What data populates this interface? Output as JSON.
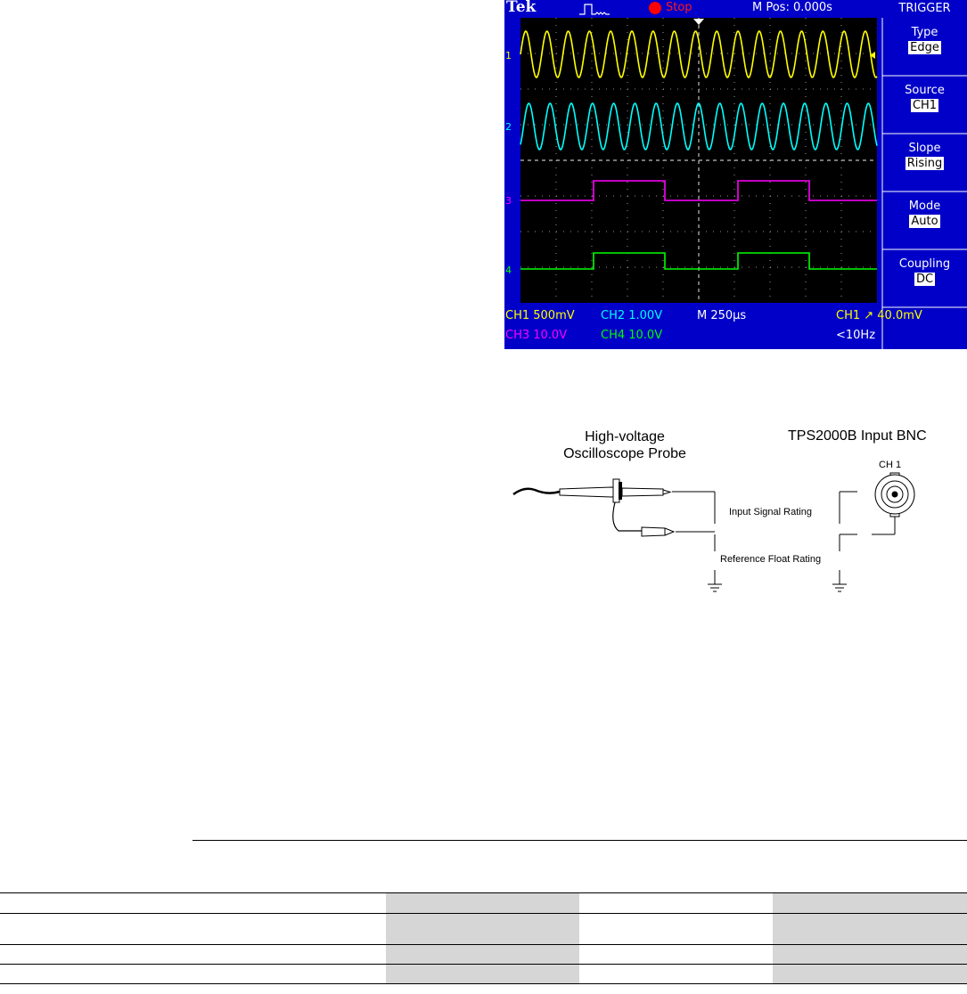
{
  "scope": {
    "brand": "Tek",
    "run_state": "Stop",
    "position": "M Pos: 0.000s",
    "menu": {
      "title": "TRIGGER",
      "items": [
        {
          "label": "Type",
          "value": "Edge"
        },
        {
          "label": "Source",
          "value": "CH1"
        },
        {
          "label": "Slope",
          "value": "Rising"
        },
        {
          "label": "Mode",
          "value": "Auto"
        },
        {
          "label": "Coupling",
          "value": "DC"
        }
      ]
    },
    "channel_markers": [
      "1",
      "2",
      "3",
      "4"
    ],
    "readouts": {
      "ch1": "CH1  500mV",
      "ch2": "CH2  1.00V",
      "timebase": "M 250µs",
      "trigger": "CH1 ↗ 40.0mV",
      "ch3": "CH3  10.0V",
      "ch4": "CH4  10.0V",
      "freq": "<10Hz"
    },
    "colors": {
      "background": "#0000c8",
      "ch1": "#ffff00",
      "ch2": "#00ffff",
      "ch3": "#ff00ff",
      "ch4": "#00ff00",
      "stop_indicator": "#ff0000"
    }
  },
  "diagram": {
    "probe_title_line1": "High-voltage",
    "probe_title_line2": "Oscilloscope Probe",
    "bnc_title": "TPS2000B Input BNC",
    "channel_label": "CH 1",
    "input_rating_label": "Input Signal Rating",
    "float_rating_label": "Reference Float Rating"
  },
  "table": {
    "rows": 4,
    "columns": 5
  }
}
